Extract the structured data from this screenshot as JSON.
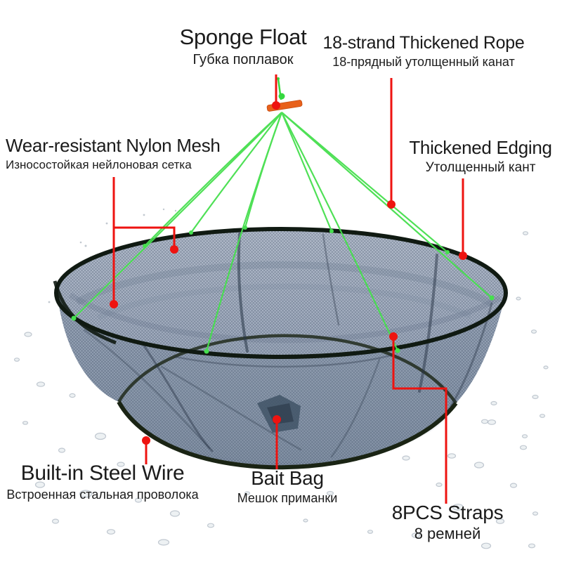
{
  "labels": {
    "sponge_float": {
      "en": "Sponge Float",
      "ru": "Губка поплавок"
    },
    "rope": {
      "en": "18-strand Thickened Rope",
      "ru": "18-прядный утолщенный канат"
    },
    "mesh": {
      "en": "Wear-resistant Nylon Mesh",
      "ru": "Износостойкая нейлоновая сетка"
    },
    "edging": {
      "en": "Thickened Edging",
      "ru": "Утолщенный кант"
    },
    "steel_wire": {
      "en": "Built-in Steel Wire",
      "ru": "Встроенная стальная проволока"
    },
    "bait_bag": {
      "en": "Bait Bag",
      "ru": "Мешок приманки"
    },
    "straps": {
      "en": "8PCS Straps",
      "ru": "8 ремней"
    }
  },
  "colors": {
    "annotation_red": "#ee1310",
    "rope_green": "#46df4e",
    "knot_green": "#35d83f",
    "float_orange": "#e8611b",
    "rim_dark": "#101a12",
    "ring_dark": "#1a2414",
    "mesh_light": "#aeb8c9",
    "mesh_mid": "#97a4b6",
    "text": "#1b1b1b",
    "background": "#ffffff",
    "droplet_gray": "#a9b4bf"
  }
}
